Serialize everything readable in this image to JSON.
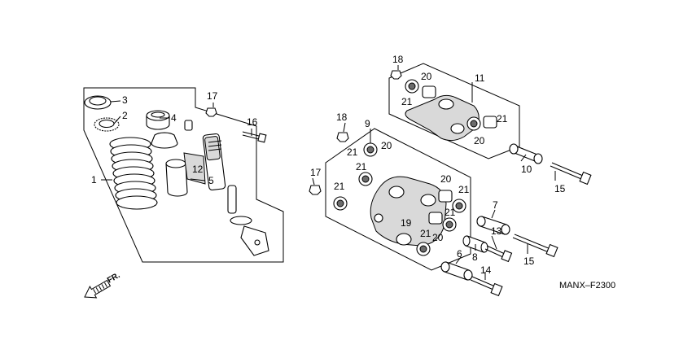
{
  "diagram": {
    "code": "MANX–F2300",
    "direction": "FR.",
    "callouts": [
      {
        "id": "c1",
        "text": "1"
      },
      {
        "id": "c2",
        "text": "2"
      },
      {
        "id": "c3",
        "text": "3"
      },
      {
        "id": "c4",
        "text": "4"
      },
      {
        "id": "c5",
        "text": "5"
      },
      {
        "id": "c12",
        "text": "12"
      },
      {
        "id": "c16",
        "text": "16"
      },
      {
        "id": "c17a",
        "text": "17"
      },
      {
        "id": "c18a",
        "text": "18"
      },
      {
        "id": "c20a",
        "text": "20"
      },
      {
        "id": "c21a",
        "text": "21"
      },
      {
        "id": "c11",
        "text": "11"
      },
      {
        "id": "c21b",
        "text": "21"
      },
      {
        "id": "c20b",
        "text": "20"
      },
      {
        "id": "c18b",
        "text": "18"
      },
      {
        "id": "c9",
        "text": "9"
      },
      {
        "id": "c21c",
        "text": "21"
      },
      {
        "id": "c20c",
        "text": "20"
      },
      {
        "id": "c21d",
        "text": "21"
      },
      {
        "id": "c17b",
        "text": "17"
      },
      {
        "id": "c21e",
        "text": "21"
      },
      {
        "id": "c20d",
        "text": "20"
      },
      {
        "id": "c21f",
        "text": "21"
      },
      {
        "id": "c21g",
        "text": "21"
      },
      {
        "id": "c19",
        "text": "19"
      },
      {
        "id": "c21h",
        "text": "21"
      },
      {
        "id": "c20e",
        "text": "20"
      },
      {
        "id": "c10",
        "text": "10"
      },
      {
        "id": "c15a",
        "text": "15"
      },
      {
        "id": "c7",
        "text": "7"
      },
      {
        "id": "c13",
        "text": "13"
      },
      {
        "id": "c8",
        "text": "8"
      },
      {
        "id": "c15b",
        "text": "15"
      },
      {
        "id": "c6",
        "text": "6"
      },
      {
        "id": "c14",
        "text": "14"
      }
    ]
  }
}
